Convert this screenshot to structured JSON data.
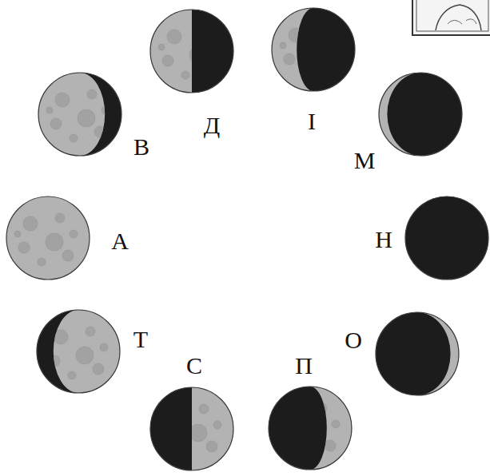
{
  "diagram": {
    "labels": [
      "Д",
      "І",
      "В",
      "М",
      "А",
      "Н",
      "Т",
      "О",
      "С",
      "П"
    ]
  }
}
